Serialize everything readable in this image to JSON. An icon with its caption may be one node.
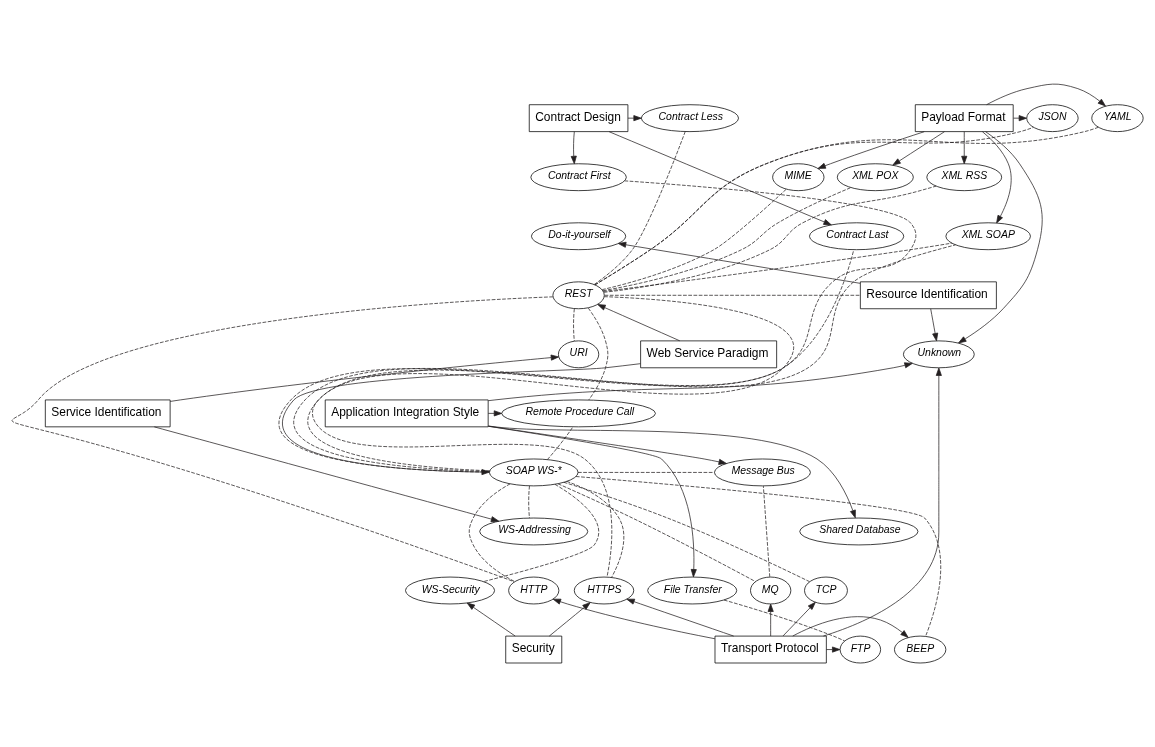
{
  "diagram": {
    "nodes": [
      {
        "text": [
          "Contract Design"
        ]
      },
      {
        "text": [
          "Contract Less"
        ]
      },
      {
        "text": [
          "YAML"
        ]
      },
      {
        "text": [
          "JSON"
        ]
      },
      {
        "text": [
          "Payload Format"
        ]
      },
      {
        "text": [
          "Contract First"
        ]
      },
      {
        "text": [
          "MIME"
        ]
      },
      {
        "text": [
          "XML POX"
        ]
      },
      {
        "text": [
          "XML RSS"
        ]
      },
      {
        "text": [
          "Do-it-yourself"
        ]
      },
      {
        "text": [
          "XML SOAP"
        ]
      },
      {
        "text": [
          "Contract Last"
        ]
      },
      {
        "text": [
          "REST"
        ]
      },
      {
        "text": [
          "Resource Identification"
        ]
      },
      {
        "text": [
          "URI"
        ]
      },
      {
        "text": [
          "Web Service Paradigm"
        ]
      },
      {
        "text": [
          "Unknown"
        ]
      },
      {
        "text": [
          "Remote Procedure Call"
        ]
      },
      {
        "text": [
          "Service Identification"
        ]
      },
      {
        "text": [
          "Application Integration Style"
        ]
      },
      {
        "text": [
          "SOAP WS-*"
        ]
      },
      {
        "text": [
          "Message Bus"
        ]
      },
      {
        "text": [
          "WS-Addressing"
        ]
      },
      {
        "text": [
          "Shared Database"
        ]
      },
      {
        "text": [
          "HTTP"
        ]
      },
      {
        "text": [
          "MQ"
        ]
      },
      {
        "text": [
          "WS-Security"
        ]
      },
      {
        "text": [
          "HTTPS"
        ]
      },
      {
        "text": [
          "TCP"
        ]
      },
      {
        "text": [
          "File Transfer"
        ]
      },
      {
        "text": [
          "Security"
        ]
      },
      {
        "text": [
          "Transport Protocol"
        ]
      },
      {
        "text": [
          "BEEP"
        ]
      },
      {
        "text": [
          "FTP"
        ]
      }
    ],
    "edges": [
      {
        "from": 0,
        "to": 1,
        "arrow": "to"
      },
      {
        "from": 0,
        "to": 5,
        "arrow": "to"
      },
      {
        "from": 0,
        "to": 11,
        "arrow": "to"
      },
      {
        "from": 4,
        "to": 2,
        "arrow": "to"
      },
      {
        "from": 4,
        "to": 3,
        "arrow": "to"
      },
      {
        "from": 4,
        "to": 6,
        "arrow": "to"
      },
      {
        "from": 4,
        "to": 7,
        "arrow": "to"
      },
      {
        "from": 4,
        "to": 8,
        "arrow": "to"
      },
      {
        "from": 4,
        "to": 10,
        "arrow": "to"
      },
      {
        "from": 4,
        "to": 16,
        "arrow": "to"
      },
      {
        "from": 13,
        "to": 9,
        "arrow": "to"
      },
      {
        "from": 13,
        "to": 16,
        "arrow": "to"
      },
      {
        "from": 15,
        "to": 12,
        "arrow": "to"
      },
      {
        "from": 15,
        "to": 20,
        "arrow": "to"
      },
      {
        "from": 18,
        "to": 14,
        "arrow": "to"
      },
      {
        "from": 18,
        "to": 22,
        "arrow": "to"
      },
      {
        "from": 19,
        "to": 16,
        "arrow": "to"
      },
      {
        "from": 19,
        "to": 17,
        "arrow": "to"
      },
      {
        "from": 19,
        "to": 21,
        "arrow": "to"
      },
      {
        "from": 19,
        "to": 23,
        "arrow": "to"
      },
      {
        "from": 19,
        "to": 29,
        "arrow": "to"
      },
      {
        "from": 30,
        "to": 26,
        "arrow": "to"
      },
      {
        "from": 30,
        "to": 27,
        "arrow": "to"
      },
      {
        "from": 31,
        "to": 27,
        "arrow": "to"
      },
      {
        "from": 31,
        "to": 24,
        "arrow": "to"
      },
      {
        "from": 31,
        "to": 25,
        "arrow": "to"
      },
      {
        "from": 31,
        "to": 28,
        "arrow": "to"
      },
      {
        "from": 31,
        "to": 32,
        "arrow": "to"
      },
      {
        "from": 31,
        "to": 33,
        "arrow": "to"
      },
      {
        "from": 31,
        "to": 16,
        "arrow": "to"
      },
      {
        "from": 12,
        "to": 1,
        "arrow": "none",
        "style": "dashed"
      },
      {
        "from": 12,
        "to": 2,
        "arrow": "none",
        "style": "dashed"
      },
      {
        "from": 12,
        "to": 3,
        "arrow": "none",
        "style": "dashed"
      },
      {
        "from": 12,
        "to": 6,
        "arrow": "none",
        "style": "dashed"
      },
      {
        "from": 12,
        "to": 7,
        "arrow": "none",
        "style": "dashed"
      },
      {
        "from": 12,
        "to": 8,
        "arrow": "none",
        "style": "dashed"
      },
      {
        "from": 12,
        "to": 10,
        "arrow": "none",
        "style": "dashed"
      },
      {
        "from": 12,
        "to": 13,
        "arrow": "none",
        "style": "dashed"
      },
      {
        "from": 12,
        "to": 14,
        "arrow": "none",
        "style": "dashed"
      },
      {
        "from": 12,
        "to": 17,
        "arrow": "none",
        "style": "dashed"
      },
      {
        "from": 12,
        "to": 24,
        "arrow": "none",
        "style": "dashed"
      },
      {
        "from": 12,
        "to": 27,
        "arrow": "none",
        "style": "dashed"
      },
      {
        "from": 20,
        "to": 5,
        "arrow": "none",
        "style": "dashed"
      },
      {
        "from": 20,
        "to": 11,
        "arrow": "none",
        "style": "dashed"
      },
      {
        "from": 20,
        "to": 10,
        "arrow": "none",
        "style": "dashed"
      },
      {
        "from": 20,
        "to": 17,
        "arrow": "none",
        "style": "dashed"
      },
      {
        "from": 20,
        "to": 21,
        "arrow": "none",
        "style": "dashed"
      },
      {
        "from": 20,
        "to": 22,
        "arrow": "none",
        "style": "dashed"
      },
      {
        "from": 20,
        "to": 26,
        "arrow": "none",
        "style": "dashed"
      },
      {
        "from": 20,
        "to": 27,
        "arrow": "none",
        "style": "dashed"
      },
      {
        "from": 20,
        "to": 24,
        "arrow": "none",
        "style": "dashed"
      },
      {
        "from": 20,
        "to": 25,
        "arrow": "none",
        "style": "dashed"
      },
      {
        "from": 20,
        "to": 28,
        "arrow": "none",
        "style": "dashed"
      },
      {
        "from": 20,
        "to": 32,
        "arrow": "none",
        "style": "dashed"
      },
      {
        "from": 25,
        "to": 21,
        "arrow": "none",
        "style": "dashed"
      },
      {
        "from": 29,
        "to": 33,
        "arrow": "none",
        "style": "dashed"
      }
    ]
  }
}
